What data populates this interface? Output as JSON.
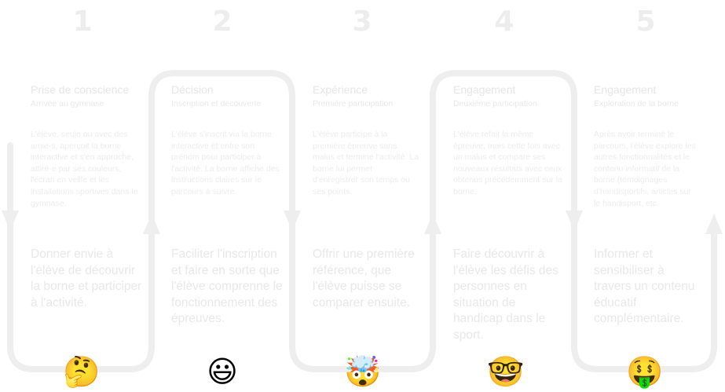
{
  "colors": {
    "path": "#eeeeee",
    "text": "#e6e6e6",
    "emoji": "#f7c531"
  },
  "stages": [
    {
      "number": "1",
      "title": "Prise de conscience",
      "subtitle": "Arrivée au gymnase",
      "description": "L'élève, seule ou avec des amie·s, aperçoit la borne interactive et s'en approche, attiré·e par ses couleurs, l'écran en veille et les installations sportives dans le gymnase.",
      "goal": "Donner envie à l'élève de découvrir la borne et participer à l'activité.",
      "emoji_icon": "thinking-face",
      "emoji_glyph": "🤔"
    },
    {
      "number": "2",
      "title": "Décision",
      "subtitle": "Inscription et découverte",
      "description": "L'élève s'inscrit via la borne interactive et entre son prénom pour participer à l'activité. La borne affiche des instructions claires sur le parcours à suivre.",
      "goal": "Faciliter l'inscription et faire en sorte que l'élève comprenne le fonctionnement des épreuves.",
      "emoji_icon": "grinning-face",
      "emoji_glyph": "😃"
    },
    {
      "number": "3",
      "title": "Expérience",
      "subtitle": "Première participation",
      "description": "L'élève participe à la première épreuve sans malus et termine l'activité. La borne lui permet d'enregistrer son temps ou ses points.",
      "goal": "Offrir une première référence, que l'élève puisse se comparer ensuite.",
      "emoji_icon": "exploding-head",
      "emoji_glyph": "🤯"
    },
    {
      "number": "4",
      "title": "Engagement",
      "subtitle": "Deuxième participation",
      "description": "L'élève refait la même épreuve, mais cette fois avec un malus et compare ses nouveaux résultats avec ceux obtenus précédemment sur la borne.",
      "goal": "Faire découvrir à l'élève les défis des personnes en situation de handicap dans le sport.",
      "emoji_icon": "nerd-face",
      "emoji_glyph": "🤓"
    },
    {
      "number": "5",
      "title": "Engagement",
      "subtitle": "Exploration de la borne",
      "description": "Après avoir terminé le parcours, l'élève explore les autres fonctionnalités et le contenu informatif de la borne (témoignages d'handisportifs, articles sur le handisport, etc.",
      "goal": "Informer et sensibiliser à travers un contenu éducatif complémentaire.",
      "emoji_icon": "money-mouth-face",
      "emoji_glyph": "🤑"
    }
  ]
}
